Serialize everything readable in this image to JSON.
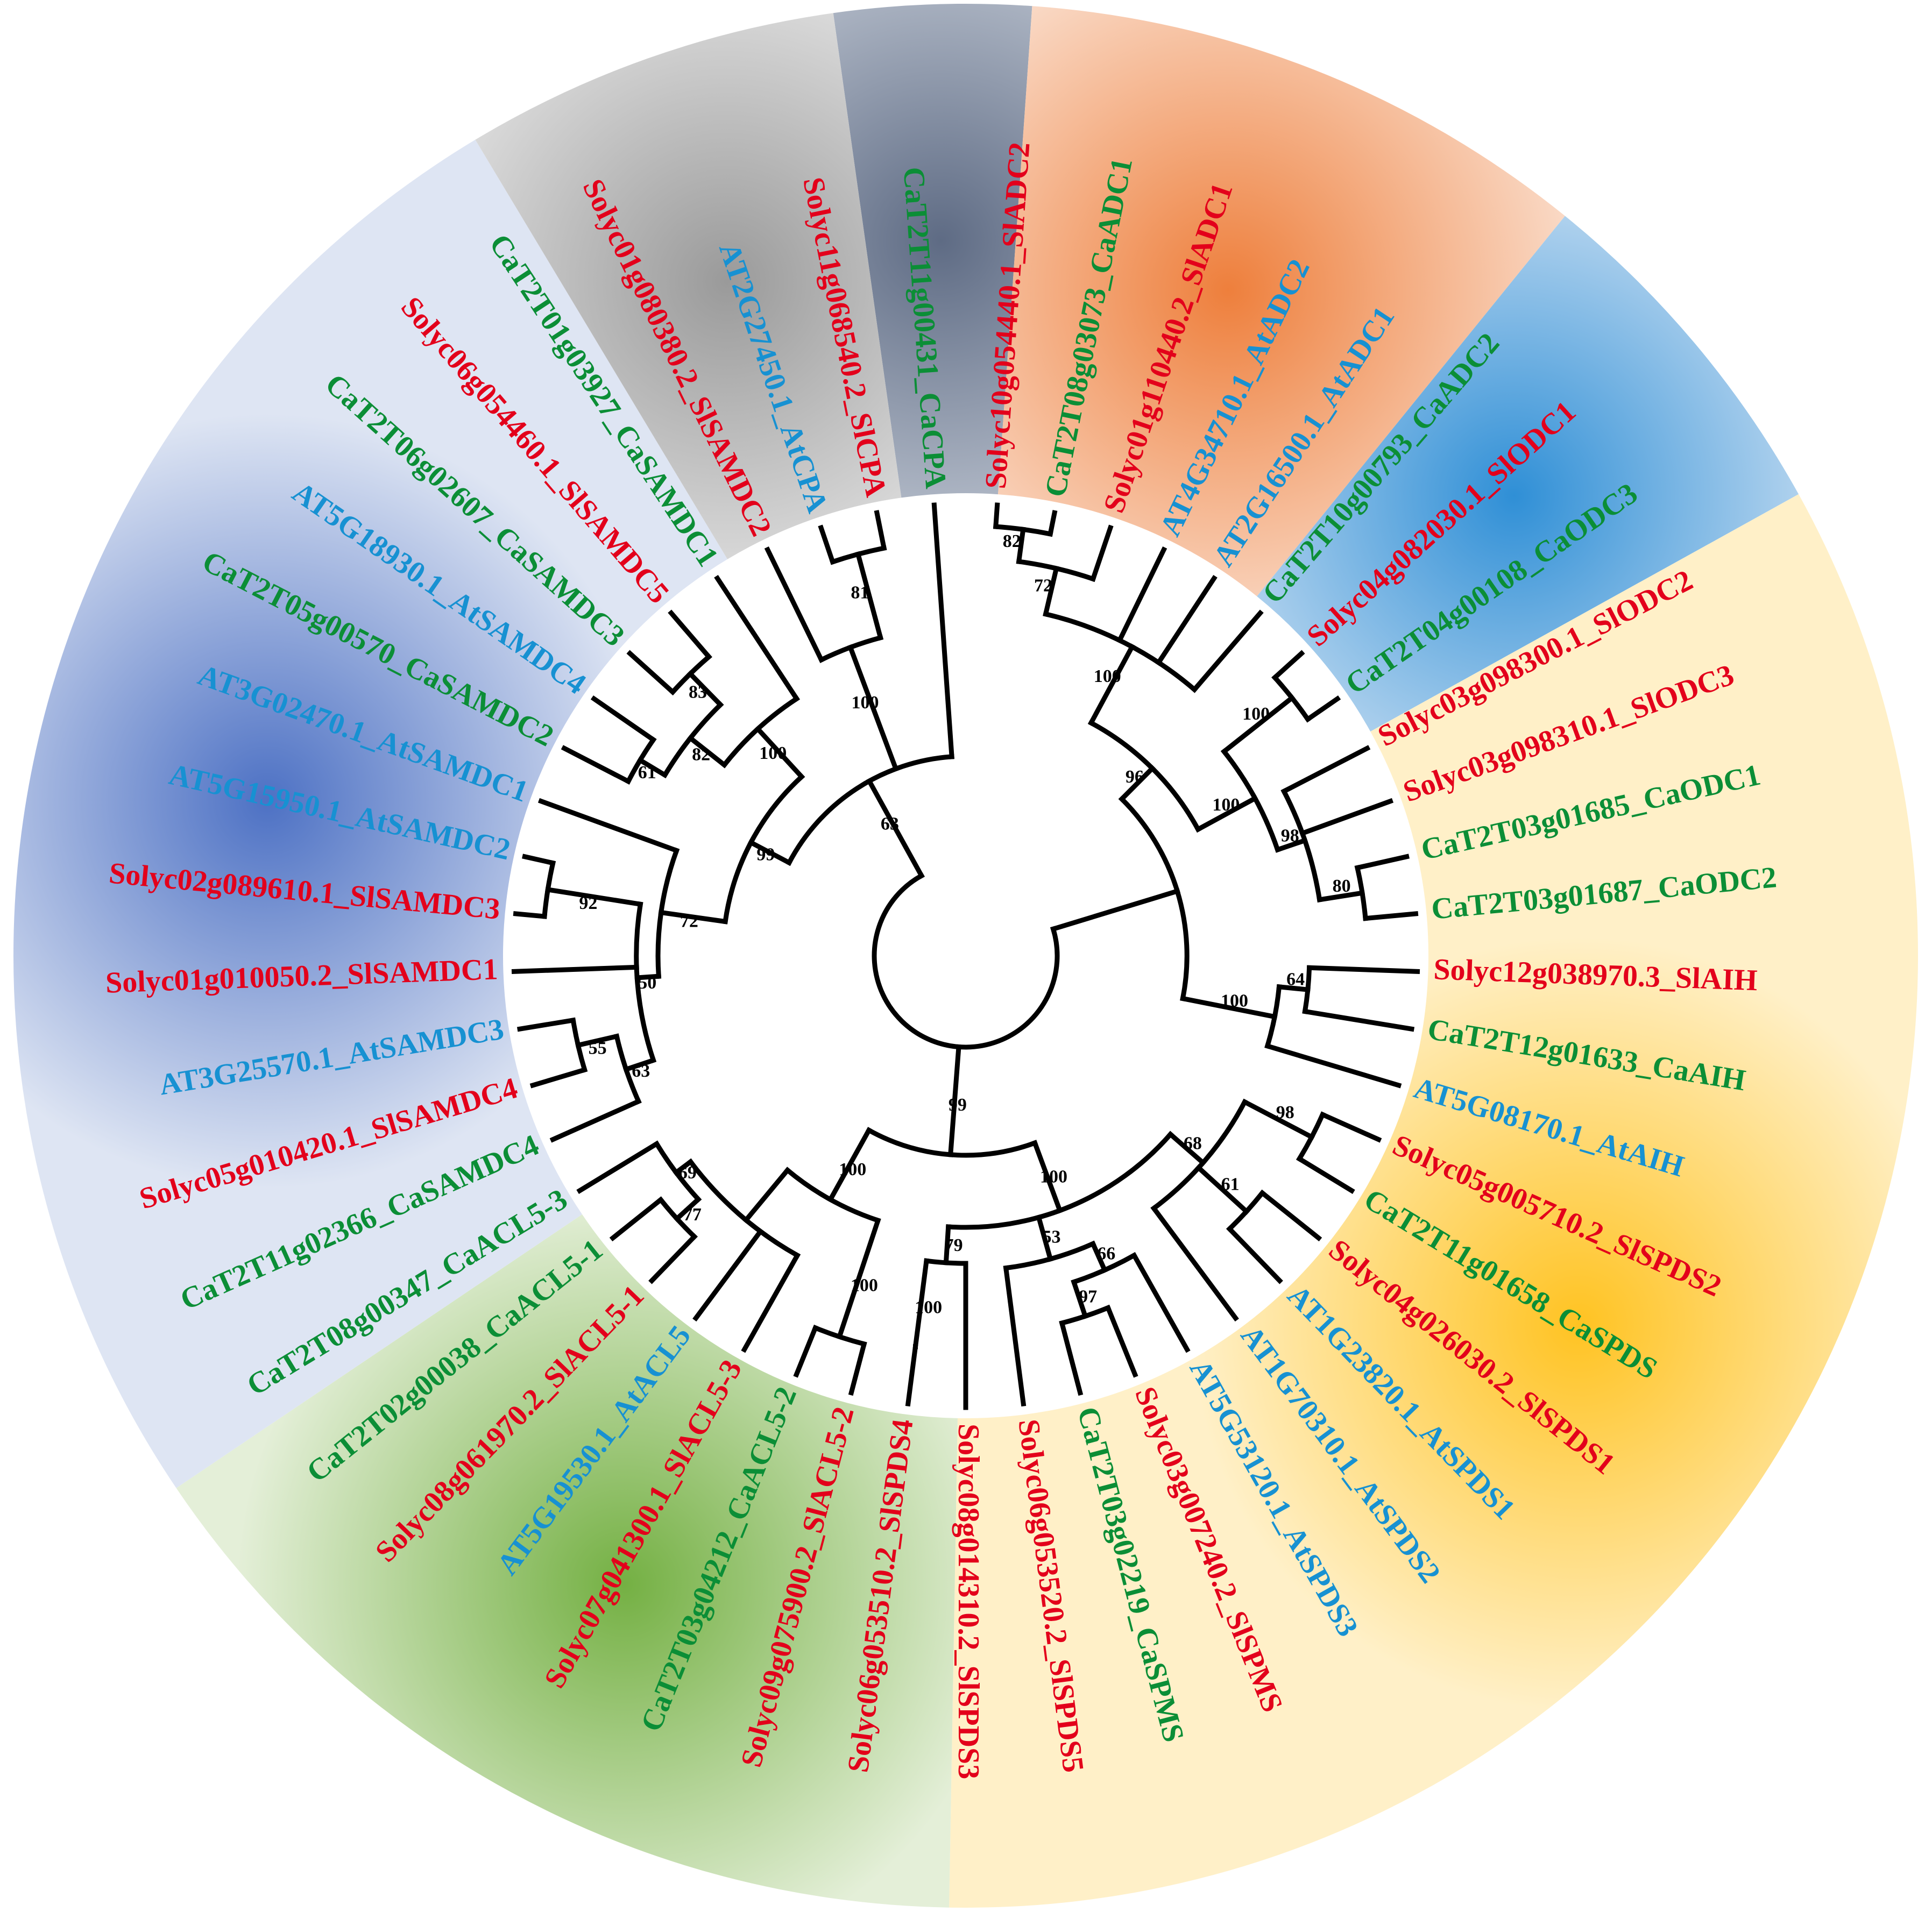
{
  "colors": {
    "sl": "#e3001b",
    "ca": "#0b8e36",
    "at": "#1791d2"
  },
  "groups": [
    {
      "id": "ADC",
      "from": 86,
      "to": 98,
      "fill": "#5e6b84",
      "edge": "#d3d9e2"
    },
    {
      "id": "ODC",
      "from": 51,
      "to": 86,
      "fill": "#ee7f3c",
      "edge": "#fbe4d6"
    },
    {
      "id": "AIH",
      "from": 29,
      "to": 51,
      "fill": "#2f8fd6",
      "edge": "#dde9f6"
    },
    {
      "id": "SPDS",
      "from": -91,
      "to": 29,
      "fill": "#ffc322",
      "edge": "#fff0c8"
    },
    {
      "id": "ACL5",
      "from": -146,
      "to": -91,
      "fill": "#74b043",
      "edge": "#e4efd8"
    },
    {
      "id": "SAMDC",
      "from": 121,
      "to": 214,
      "fill": "#4d71c4",
      "edge": "#dee5f3"
    },
    {
      "id": "CPA",
      "from": 98,
      "to": 121,
      "fill": "#9a9a9a",
      "edge": "#efefef"
    }
  ],
  "leaves": [
    {
      "name": "Solyc10g054440.1_SlADC2",
      "sp": "sl"
    },
    {
      "name": "CaT2T08g03073_CaADC1",
      "sp": "ca"
    },
    {
      "name": "Solyc01g110440.2_SlADC1",
      "sp": "sl"
    },
    {
      "name": "AT4G34710.1_AtADC2",
      "sp": "at"
    },
    {
      "name": "AT2G16500.1_AtADC1",
      "sp": "at"
    },
    {
      "name": "CaT2T10g00793_CaADC2",
      "sp": "ca"
    },
    {
      "name": "Solyc04g082030.1_SlODC1",
      "sp": "sl"
    },
    {
      "name": "CaT2T04g00108_CaODC3",
      "sp": "ca"
    },
    {
      "name": "Solyc03g098300.1_SlODC2",
      "sp": "sl"
    },
    {
      "name": "Solyc03g098310.1_SlODC3",
      "sp": "sl"
    },
    {
      "name": "CaT2T03g01685_CaODC1",
      "sp": "ca"
    },
    {
      "name": "CaT2T03g01687_CaODC2",
      "sp": "ca"
    },
    {
      "name": "Solyc12g038970.3_SlAIH",
      "sp": "sl"
    },
    {
      "name": "CaT2T12g01633_CaAIH",
      "sp": "ca"
    },
    {
      "name": "AT5G08170.1_AtAIH",
      "sp": "at"
    },
    {
      "name": "Solyc05g005710.2_SlSPDS2",
      "sp": "sl"
    },
    {
      "name": "CaT2T11g01658_CaSPDS",
      "sp": "ca"
    },
    {
      "name": "Solyc04g026030.2_SlSPDS1",
      "sp": "sl"
    },
    {
      "name": "AT1G23820.1_AtSPDS1",
      "sp": "at"
    },
    {
      "name": "AT1G70310.1_AtSPDS2",
      "sp": "at"
    },
    {
      "name": "AT5G53120.1_AtSPDS3",
      "sp": "at"
    },
    {
      "name": "Solyc03g007240.2_SlSPMS",
      "sp": "sl"
    },
    {
      "name": "CaT2T03g02219_CaSPMS",
      "sp": "ca"
    },
    {
      "name": "Solyc06g053520.2_SlSPDS5",
      "sp": "sl"
    },
    {
      "name": "Solyc08g014310.2_SlSPDS3",
      "sp": "sl"
    },
    {
      "name": "Solyc06g053510.2_SlSPDS4",
      "sp": "sl"
    },
    {
      "name": "Solyc09g075900.2_SlACL5-2",
      "sp": "sl"
    },
    {
      "name": "CaT2T03g04212_CaACL5-2",
      "sp": "ca"
    },
    {
      "name": "Solyc07g041300.1_SlACL5-3",
      "sp": "sl"
    },
    {
      "name": "AT5G19530.1_AtACL5",
      "sp": "at"
    },
    {
      "name": "Solyc08g061970.2_SlACL5-1",
      "sp": "sl"
    },
    {
      "name": "CaT2T02g00038_CaACL5-1",
      "sp": "ca"
    },
    {
      "name": "CaT2T08g00347_CaACL5-3",
      "sp": "ca"
    },
    {
      "name": "CaT2T11g02366_CaSAMDC4",
      "sp": "ca"
    },
    {
      "name": "Solyc05g010420.1_SlSAMDC4",
      "sp": "sl"
    },
    {
      "name": "AT3G25570.1_AtSAMDC3",
      "sp": "at"
    },
    {
      "name": "Solyc01g010050.2_SlSAMDC1",
      "sp": "sl"
    },
    {
      "name": "Solyc02g089610.1_SlSAMDC3",
      "sp": "sl"
    },
    {
      "name": "AT5G15950.1_AtSAMDC2",
      "sp": "at"
    },
    {
      "name": "AT3G02470.1_AtSAMDC1",
      "sp": "at"
    },
    {
      "name": "CaT2T05g00570_CaSAMDC2",
      "sp": "ca"
    },
    {
      "name": "AT5G18930.1_AtSAMDC4",
      "sp": "at"
    },
    {
      "name": "CaT2T06g02607_CaSAMDC3",
      "sp": "ca"
    },
    {
      "name": "Solyc06g054460.1_SlSAMDC5",
      "sp": "sl"
    },
    {
      "name": "CaT2T01g03927_CaSAMDC1",
      "sp": "ca"
    },
    {
      "name": "Solyc01g080380.2_SlSAMDC2",
      "sp": "sl"
    },
    {
      "name": "AT2G27450.1_AtCPA",
      "sp": "at"
    },
    {
      "name": "Solyc11g068540.2_SlCPA",
      "sp": "sl"
    },
    {
      "name": "CaT2T11g00431_CaCPA",
      "sp": "ca"
    }
  ],
  "tree": {
    "r": 0.0,
    "c": [
      {
        "r": 0.36,
        "b": "",
        "c": [
          {
            "r": 0.48,
            "b": "96",
            "c": [
              {
                "r": 0.72,
                "b": "100",
                "c": [
                  {
                    "r": 0.85,
                    "b": "72",
                    "c": [
                      {
                        "r": 0.94,
                        "b": "82",
                        "c": [
                          {
                            "leaf": 0
                          },
                          {
                            "leaf": 1
                          }
                        ]
                      },
                      {
                        "leaf": 2
                      }
                    ]
                  },
                  {
                    "leaf": 3
                  },
                  {
                    "leaf": 4
                  },
                  {
                    "leaf": 5
                  }
                ]
              },
              {
                "r": 0.66,
                "b": "100",
                "c": [
                  {
                    "r": 0.9,
                    "b": "100",
                    "c": [
                      {
                        "leaf": 6
                      },
                      {
                        "leaf": 7
                      }
                    ]
                  },
                  {
                    "r": 0.74,
                    "b": "98",
                    "c": [
                      {
                        "leaf": 8
                      },
                      {
                        "leaf": 9
                      },
                      {
                        "r": 0.86,
                        "b": "80",
                        "c": [
                          {
                            "leaf": 10
                          },
                          {
                            "leaf": 11
                          }
                        ]
                      }
                    ]
                  }
                ]
              }
            ]
          },
          {
            "r": 0.62,
            "b": "100",
            "c": [
              {
                "r": 0.7,
                "b": "64",
                "c": [
                  {
                    "leaf": 12
                  },
                  {
                    "leaf": 13
                  }
                ]
              },
              {
                "leaf": 14
              }
            ]
          }
        ]
      },
      {
        "r": 0.3,
        "b": "99",
        "c": [
          {
            "r": 0.5,
            "b": "100",
            "c": [
              {
                "r": 0.62,
                "b": "68",
                "c": [
                  {
                    "r": 0.83,
                    "b": "98",
                    "c": [
                      {
                        "leaf": 15
                      },
                      {
                        "leaf": 16
                      }
                    ]
                  },
                  {
                    "r": 0.8,
                    "b": "61",
                    "c": [
                      {
                        "leaf": 17
                      },
                      {
                        "leaf": 18
                      }
                    ]
                  },
                  {
                    "leaf": 19
                  }
                ]
              },
              {
                "r": 0.62,
                "b": "53",
                "c": [
                  {
                    "r": 0.7,
                    "b": "66",
                    "c": [
                      {
                        "leaf": 20
                      },
                      {
                        "r": 0.8,
                        "b": "97",
                        "c": [
                          {
                            "leaf": 21
                          },
                          {
                            "leaf": 22
                          }
                        ]
                      }
                    ]
                  },
                  {
                    "leaf": 23
                  }
                ]
              },
              {
                "r": 0.6,
                "b": "79",
                "c": [
                  {
                    "leaf": 24
                  },
                  {
                    "r": 0.84,
                    "b": "100",
                    "c": [
                      {
                        "leaf": 25
                      }
                    ]
                  }
                ]
              }
            ]
          },
          {
            "r": 0.52,
            "b": "100",
            "c": [
              {
                "r": 0.86,
                "b": "100",
                "c": [
                  {
                    "leaf": 26
                  },
                  {
                    "leaf": 27
                  }
                ]
              },
              {
                "r": 0.7,
                "b": "",
                "c": [
                  {
                    "leaf": 28
                  },
                  {
                    "leaf": 29
                  },
                  {
                    "r": 0.75,
                    "b": "69",
                    "c": [
                      {
                        "r": 0.83,
                        "b": "77",
                        "c": [
                          {
                            "leaf": 30
                          },
                          {
                            "leaf": 31
                          }
                        ]
                      },
                      {
                        "leaf": 32
                      }
                    ]
                  }
                ]
              }
            ]
          }
        ]
      },
      {
        "r": 0.3,
        "b": "63",
        "c": [
          {
            "r": 0.42,
            "b": "99",
            "c": [
              {
                "r": 0.6,
                "b": "72",
                "c": [
                  {
                    "r": 0.66,
                    "b": "50",
                    "c": [
                      {
                        "r": 0.74,
                        "b": "63",
                        "c": [
                          {
                            "leaf": 33
                          },
                          {
                            "r": 0.85,
                            "b": "55",
                            "c": [
                              {
                                "leaf": 34
                              },
                              {
                                "leaf": 35
                              }
                            ]
                          }
                        ]
                      },
                      {
                        "leaf": 36
                      },
                      {
                        "r": 0.92,
                        "b": "92",
                        "c": [
                          {
                            "leaf": 37
                          },
                          {
                            "leaf": 38
                          }
                        ]
                      }
                    ]
                  },
                  {
                    "leaf": 39
                  }
                ]
              },
              {
                "r": 0.6,
                "b": "100",
                "c": [
                  {
                    "r": 0.72,
                    "b": "82",
                    "c": [
                      {
                        "r": 0.8,
                        "b": "61",
                        "c": [
                          {
                            "leaf": 40
                          },
                          {
                            "leaf": 41
                          }
                        ]
                      },
                      {
                        "r": 0.84,
                        "b": "83",
                        "c": [
                          {
                            "leaf": 42
                          },
                          {
                            "leaf": 43
                          }
                        ]
                      }
                    ]
                  },
                  {
                    "leaf": 44
                  }
                ]
              }
            ]
          },
          {
            "r": 0.66,
            "b": "100",
            "c": [
              {
                "leaf": 45
              },
              {
                "r": 0.9,
                "b": "81",
                "c": [
                  {
                    "leaf": 46
                  },
                  {
                    "leaf": 47
                  }
                ]
              }
            ]
          },
          {
            "leaf": 48
          }
        ]
      }
    ]
  }
}
